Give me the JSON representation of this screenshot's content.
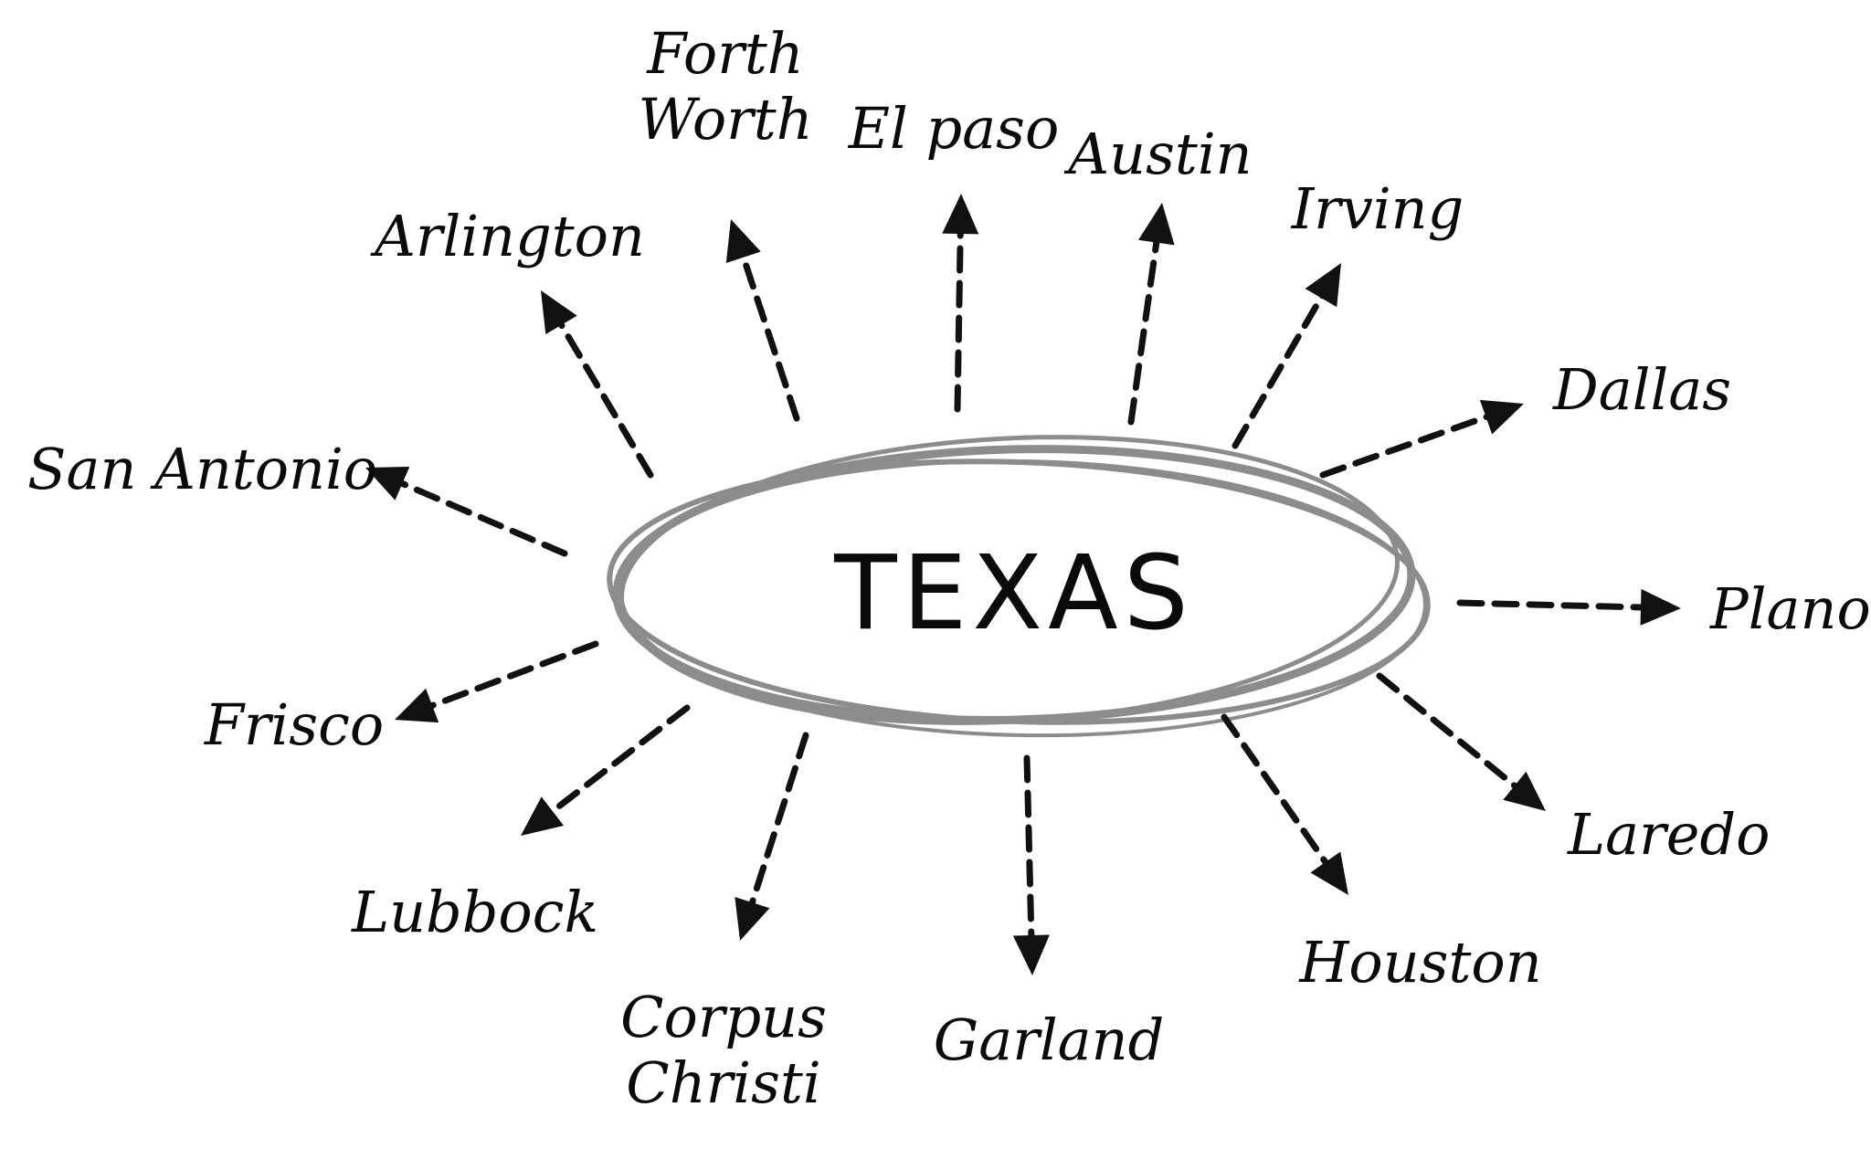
{
  "center": {
    "label": "TEXAS",
    "ring_color": "#8c8c8c"
  },
  "arrow_color": "#111111",
  "cities": [
    {
      "id": "forth-worth",
      "lines": [
        "Forth",
        "Worth"
      ]
    },
    {
      "id": "el-paso",
      "lines": [
        "El paso"
      ]
    },
    {
      "id": "austin",
      "lines": [
        "Austin"
      ]
    },
    {
      "id": "irving",
      "lines": [
        "Irving"
      ]
    },
    {
      "id": "arlington",
      "lines": [
        "Arlington"
      ]
    },
    {
      "id": "dallas",
      "lines": [
        "Dallas"
      ]
    },
    {
      "id": "san-antonio",
      "lines": [
        "San Antonio"
      ]
    },
    {
      "id": "plano",
      "lines": [
        "Plano"
      ]
    },
    {
      "id": "frisco",
      "lines": [
        "Frisco"
      ]
    },
    {
      "id": "laredo",
      "lines": [
        "Laredo"
      ]
    },
    {
      "id": "lubbock",
      "lines": [
        "Lubbock"
      ]
    },
    {
      "id": "houston",
      "lines": [
        "Houston"
      ]
    },
    {
      "id": "corpus-christi",
      "lines": [
        "Corpus",
        "Christi"
      ]
    },
    {
      "id": "garland",
      "lines": [
        "Garland"
      ]
    }
  ]
}
